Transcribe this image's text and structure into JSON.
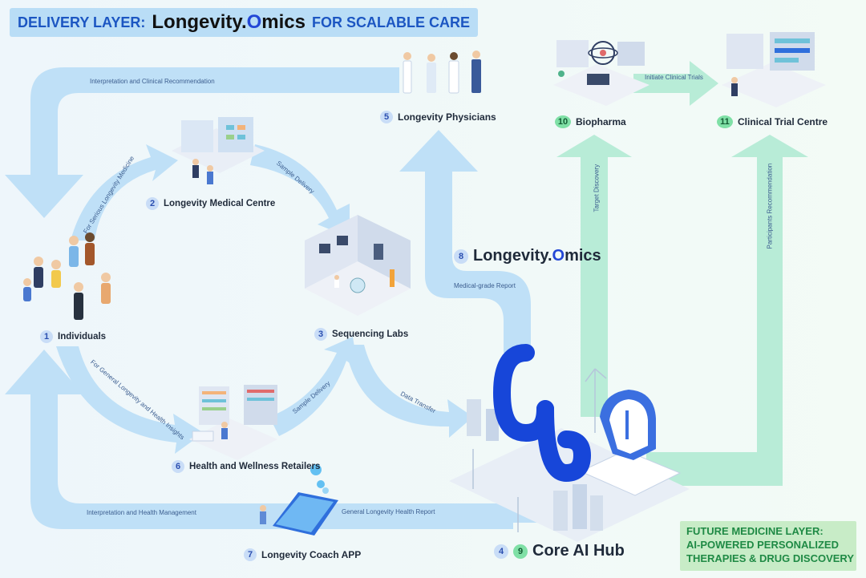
{
  "header": {
    "prefix": "DELIVERY LAYER:",
    "brand_main": "Longevity.",
    "brand_o": "O",
    "brand_rest": "mics",
    "suffix": "FOR SCALABLE CARE"
  },
  "nodes": {
    "individuals": {
      "num": "1",
      "label": "Individuals"
    },
    "medical_centre": {
      "num": "2",
      "label": "Longevity Medical Centre"
    },
    "sequencing_labs": {
      "num": "3",
      "label": "Sequencing Labs"
    },
    "core_ai_hub": {
      "num_a": "4",
      "num_b": "9",
      "label": "Core AI Hub"
    },
    "physicians": {
      "num": "5",
      "label": "Longevity Physicians"
    },
    "retailers": {
      "num": "6",
      "label": "Health and Wellness Retailers"
    },
    "coach_app": {
      "num": "7",
      "label": "Longevity Coach APP"
    },
    "longevity_omics": {
      "num": "8",
      "label_main": "Longevity.",
      "label_o": "O",
      "label_rest": "mics"
    },
    "biopharma": {
      "num": "10",
      "label": "Biopharma"
    },
    "clinical_trial": {
      "num": "11",
      "label": "Clinical Trial Centre"
    }
  },
  "flows": {
    "interp_clinical": "Interpretation and Clinical Recommendation",
    "serious": "For Serious Longevity Medicine",
    "sample_delivery_1": "Sample Delivery",
    "general_insights": "For General Longevity and Health Insights",
    "sample_delivery_2": "Sample Delivery",
    "data_transfer": "Data Transfer",
    "medical_report": "Medical-grade Report",
    "target_discovery": "Target Discovery",
    "initiate_trials": "Initiate Clinical Trials",
    "participants_rec": "Participants Recommendation",
    "interp_health": "Interpretation and Health Management",
    "general_report": "General Longevity Health Report"
  },
  "future_layer": {
    "line1": "FUTURE MEDICINE LAYER:",
    "line2": "AI-POWERED PERSONALIZED",
    "line3": "THERAPIES & DRUG DISCOVERY"
  },
  "colors": {
    "blue_flow": "#bfe0f7",
    "green_flow": "#b8ecd7",
    "brand_blue": "#2347d6",
    "number_green": "#7fe0a6"
  },
  "icons": [
    "people-illustration",
    "medical-centre-illustration",
    "sequencing-lab-illustration",
    "retail-store-illustration",
    "phone-app-illustration",
    "physicians-illustration",
    "biopharma-lab-illustration",
    "clinical-trial-illustration",
    "ai-hub-illustration",
    "omics-logo-icon"
  ]
}
